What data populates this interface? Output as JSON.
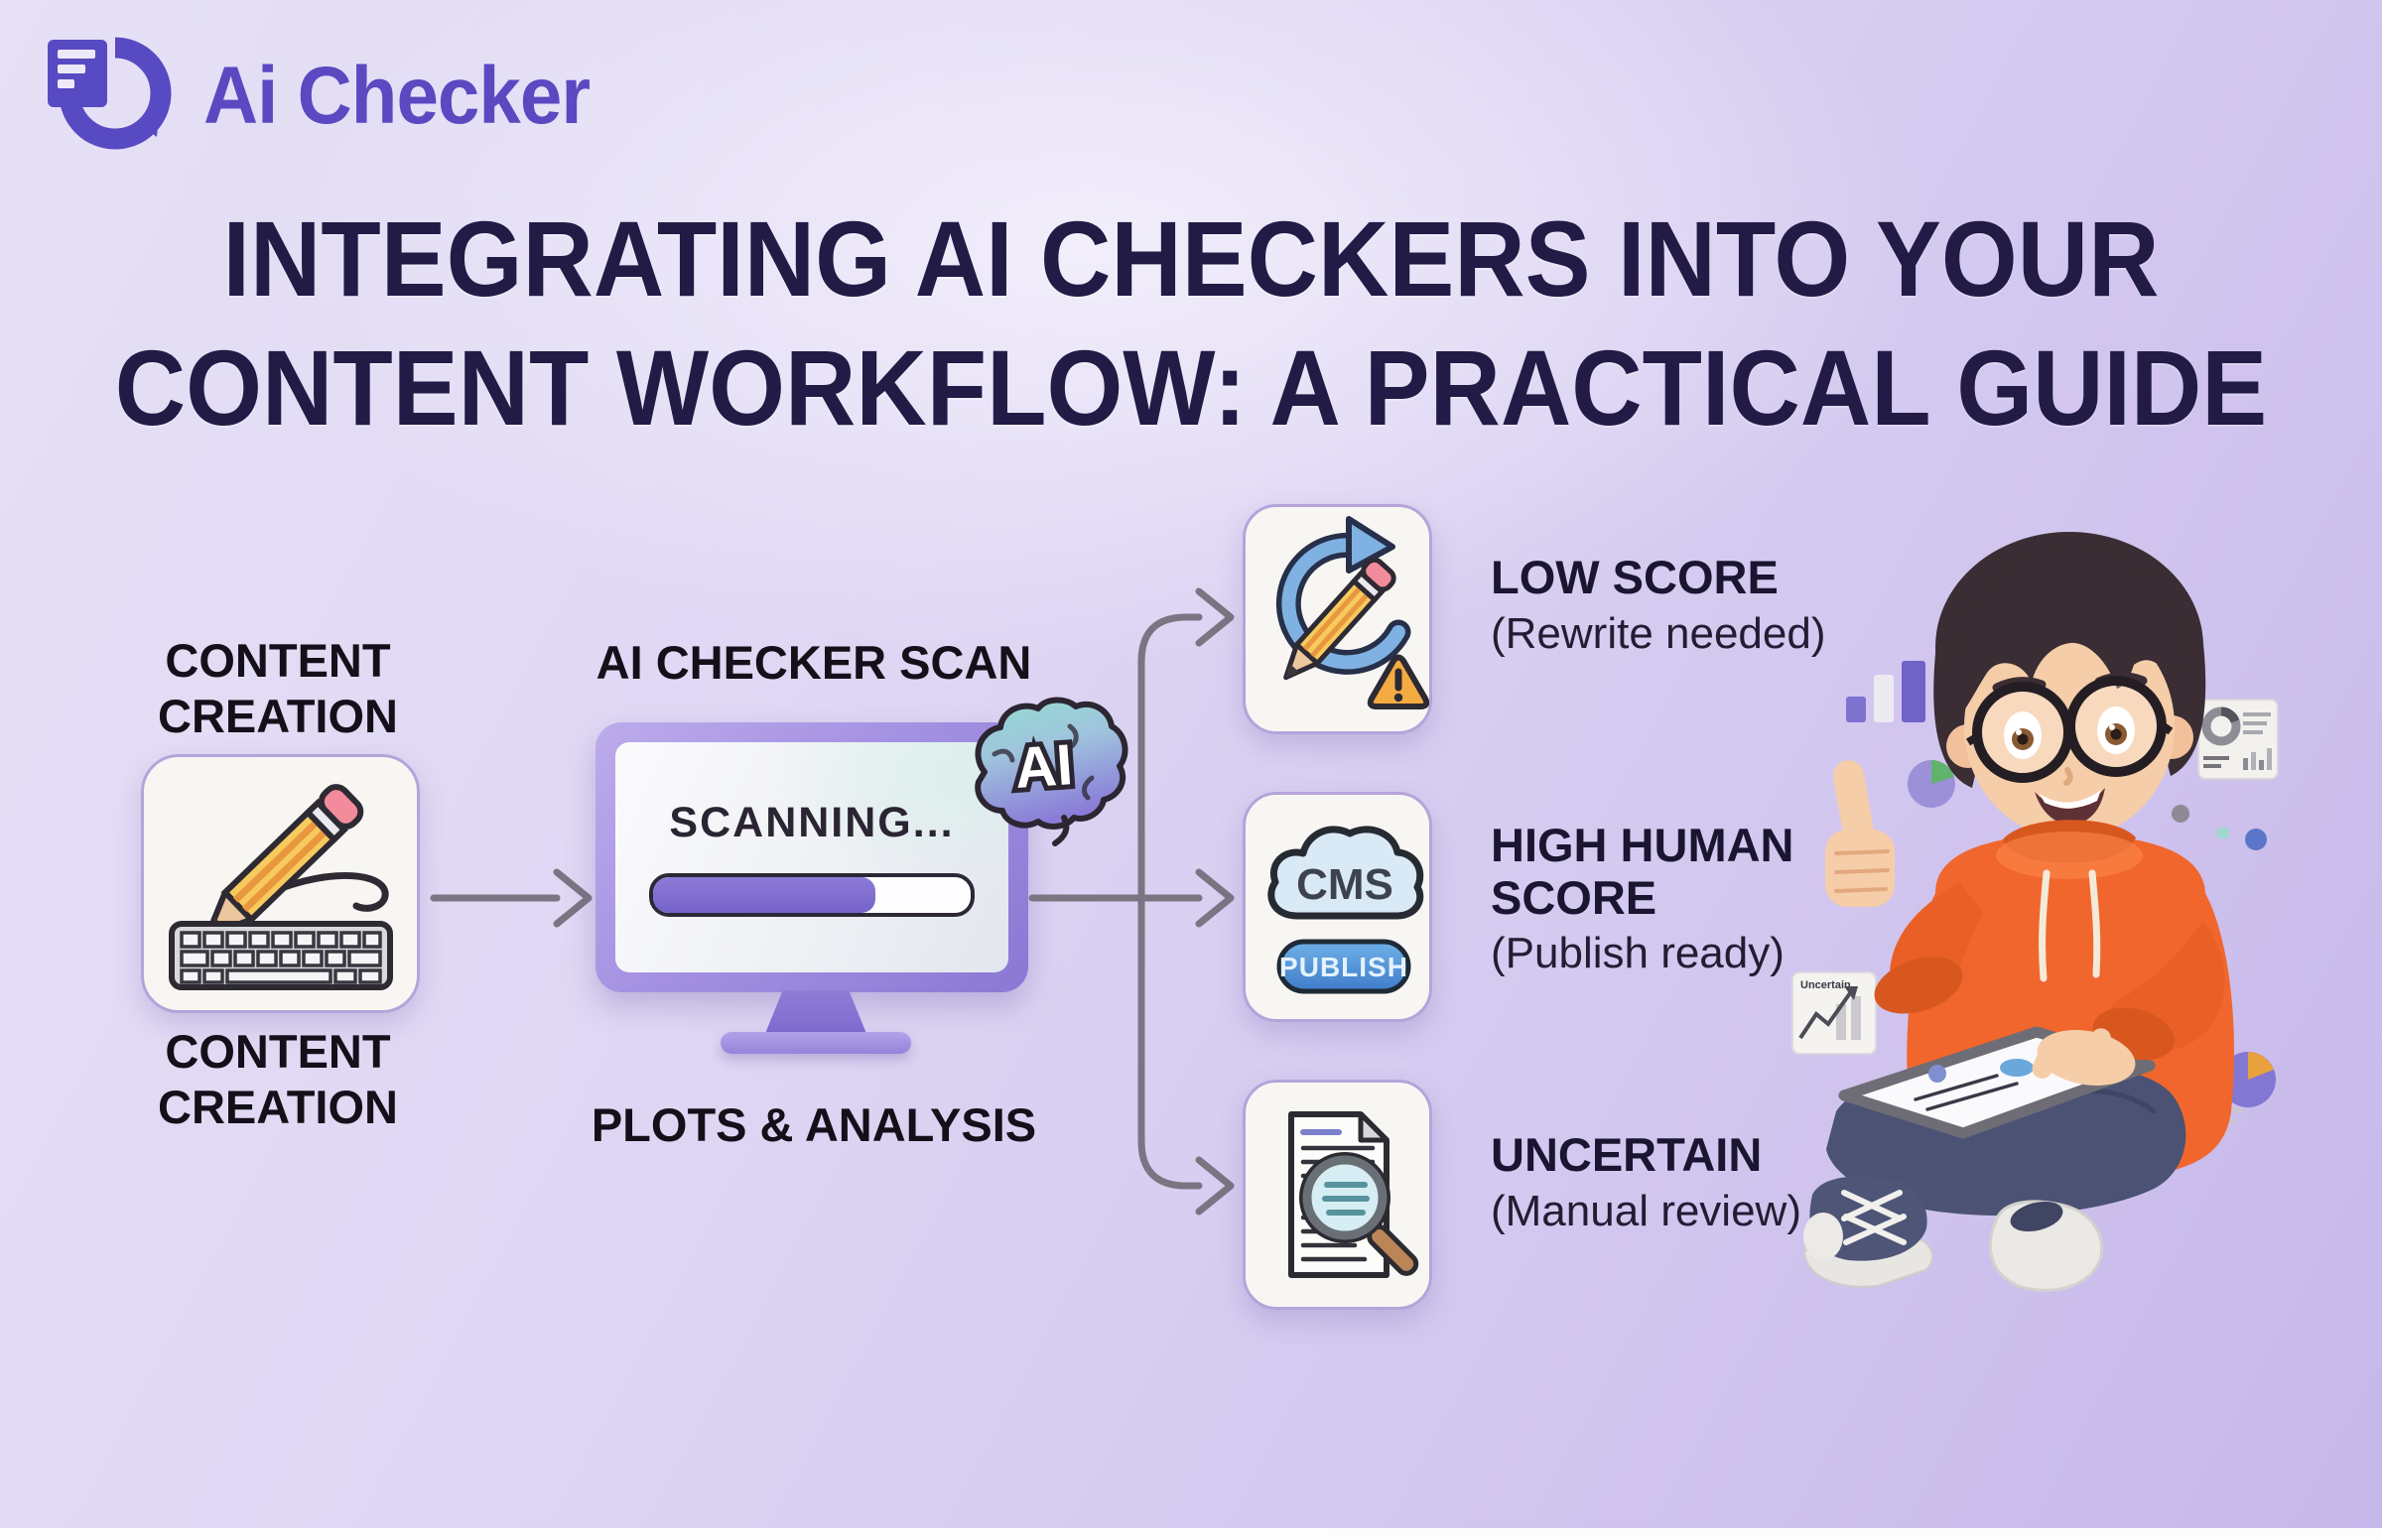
{
  "logo": {
    "text": "Ai Checker",
    "icon": "report-scan-ring-icon",
    "color": "#5a49c1"
  },
  "title": {
    "line1": "INTEGRATING AI CHECKERS INTO YOUR",
    "line2": "CONTENT WORKFLOW: A PRACTICAL GUIDE",
    "color": "#211b46"
  },
  "flow": {
    "step1": {
      "label_top": "CONTENT CREATION",
      "label_bottom": "CONTENT CREATION",
      "icon": "pencil-keyboard-icon"
    },
    "scan": {
      "title": "AI CHECKER SCAN",
      "screen_status": "SCANNING...",
      "progress_pct": 70,
      "ai_badge_text": "AI",
      "ai_badge_icon": "ai-brain-icon",
      "subtitle": "PLOTS & ANALYSIS"
    },
    "outcomes": [
      {
        "label": "LOW SCORE",
        "sublabel": "(Rewrite needed)",
        "icon": "rewrite-cycle-pencil-warning-icon"
      },
      {
        "label": "HIGH HUMAN SCORE",
        "sublabel": "(Publish ready)",
        "icon": "cms-cloud-publish-icon",
        "cloud_text": "CMS",
        "button_text": "PUBLISH"
      },
      {
        "label": "UNCERTAIN",
        "sublabel": "(Manual review)",
        "icon": "document-magnifier-icon"
      }
    ]
  },
  "illustration": {
    "subject": "3d boy with glasses, orange hoodie, thumbs up, tablet on lap",
    "mini_card_label": "Uncertain"
  },
  "colors": {
    "background_top": "#e6e1f6",
    "background_bottom": "#c6b7ea",
    "title_navy": "#211b46",
    "logo_purple": "#5a49c1",
    "connector_gray": "#7b7482",
    "monitor_bezel_purple": "#a491e2",
    "progress_fill_purple": "#7b68cf",
    "publish_blue": "#4a86d2",
    "hoodie_orange": "#f1662d",
    "card_border_lavender": "#b4a4da"
  }
}
